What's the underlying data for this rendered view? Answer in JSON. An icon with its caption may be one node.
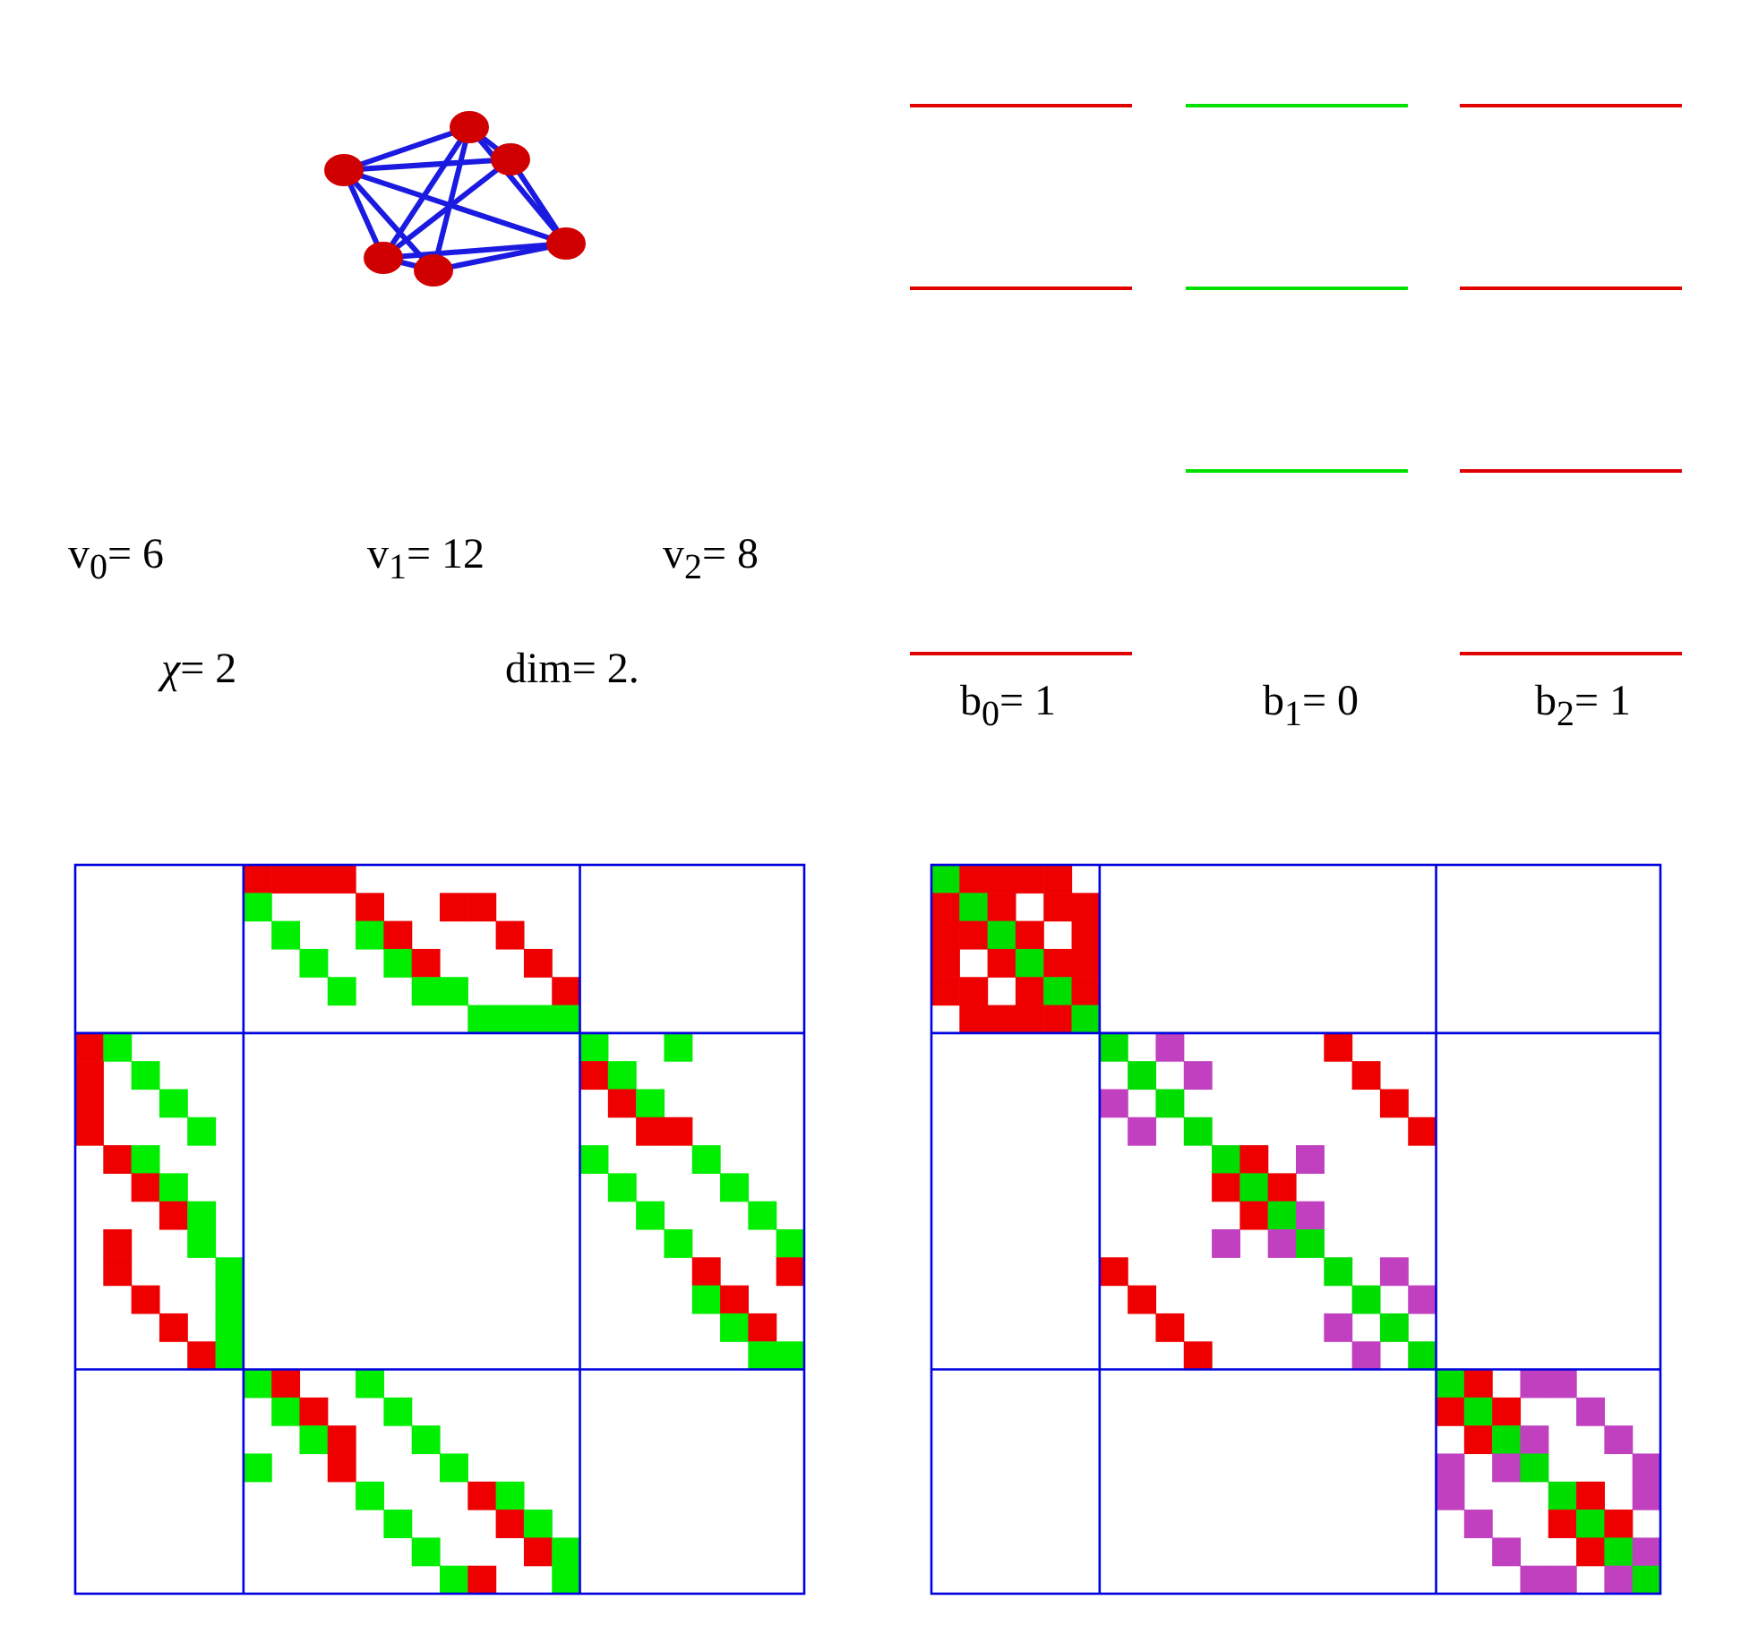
{
  "diagram": {
    "labels": [
      "v$_{0}$= 6",
      "v$_{1}$= 12",
      "v$_{2}$= 8",
      "*χ*= 2",
      "dim= 2.",
      "b$_{0}$= 1",
      "b$_{1}$= 0",
      "b$_{2}$= 1"
    ]
  }
}
